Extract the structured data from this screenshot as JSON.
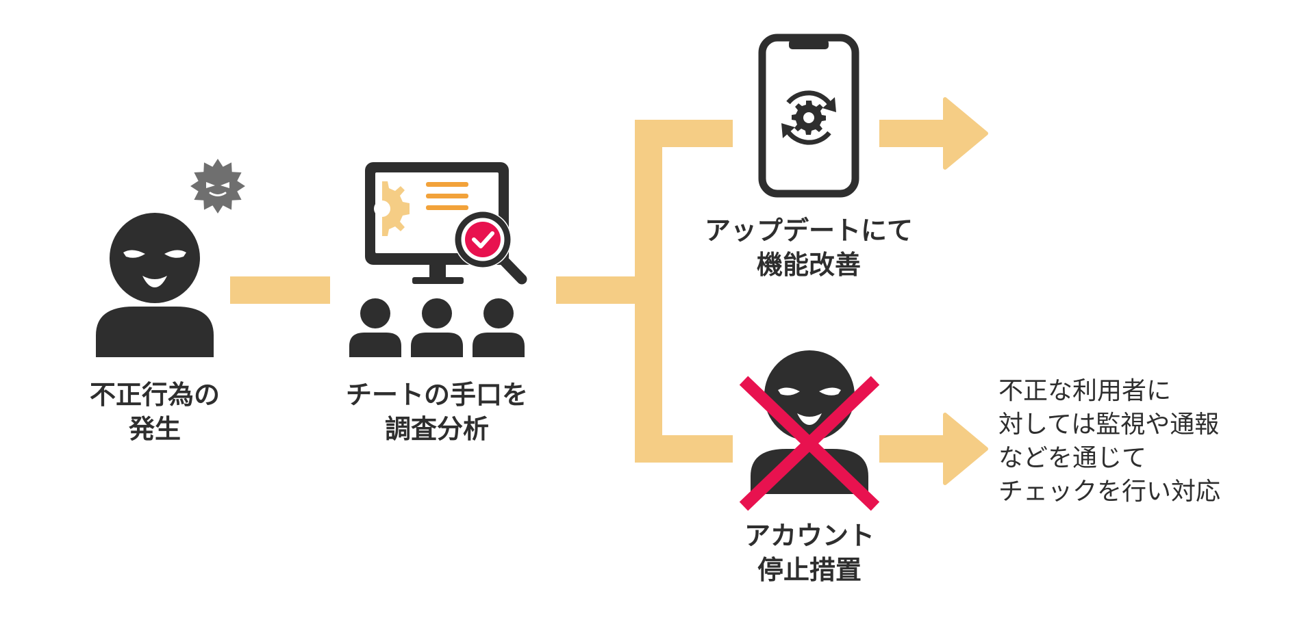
{
  "colors": {
    "ink": "#2e2e2e",
    "connector": "#f5cd85",
    "accent_pink": "#e8124f",
    "accent_orange": "#f2a23a",
    "virus": "#6f6f6f",
    "background": "#ffffff"
  },
  "nodes": {
    "fraud": {
      "icon": "hacker-icon",
      "badge_icon": "virus-icon",
      "lines": [
        "不正行為の",
        "発生"
      ]
    },
    "analysis": {
      "icon": "monitor-analysis-icon",
      "badge_icon": "magnifier-check-icon",
      "group_icon": "team-icon",
      "lines": [
        "チートの手口を",
        "調査分析"
      ]
    },
    "update": {
      "icon": "smartphone-update-icon",
      "lines": [
        "アップデートにて",
        "機能改善"
      ]
    },
    "suspend": {
      "icon": "hacker-icon",
      "badge_icon": "cross-icon",
      "lines": [
        "アカウント",
        "停止措置"
      ]
    }
  },
  "note": {
    "lines": [
      "不正な利用者に",
      "対しては監視や通報",
      "などを通じて",
      "チェックを行い対応"
    ]
  }
}
